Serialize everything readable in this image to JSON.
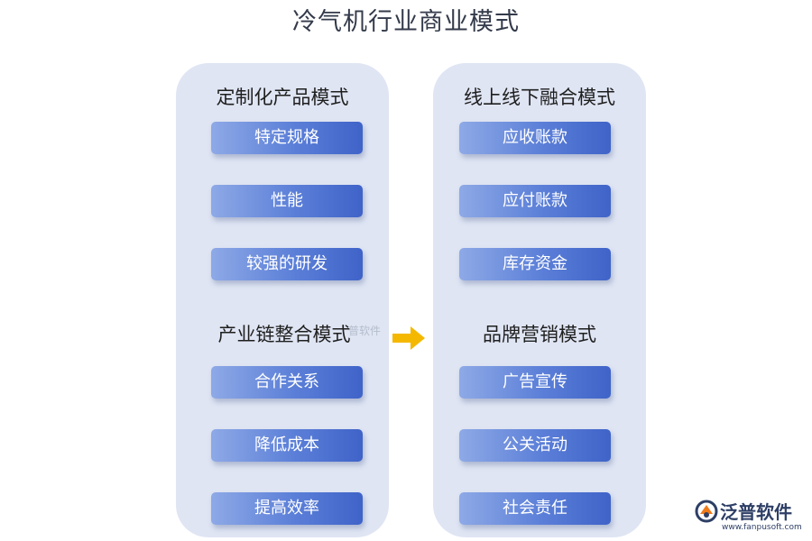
{
  "title": "冷气机行业商业模式",
  "left": {
    "sections": [
      {
        "title": "定制化产品模式",
        "items": [
          "特定规格",
          "性能",
          "较强的研发"
        ]
      },
      {
        "title": "产业链整合模式",
        "items": [
          "合作关系",
          "降低成本",
          "提高效率"
        ]
      }
    ]
  },
  "right": {
    "sections": [
      {
        "title": "线上线下融合模式",
        "items": [
          "应收账款",
          "应付账款",
          "库存资金"
        ]
      },
      {
        "title": "品牌营销模式",
        "items": [
          "广告宣传",
          "公关活动",
          "社会责任"
        ]
      }
    ]
  },
  "watermark_text": "普软件",
  "logo": {
    "name": "泛普软件",
    "url": "www.fanpusoft.com"
  },
  "colors": {
    "column_bg": "#dfe5f3",
    "pill_start": "#8ea9e6",
    "pill_end": "#3f63c8",
    "arrow": "#f5b800"
  },
  "icons": [
    "right-arrow-icon",
    "logo-icon"
  ]
}
